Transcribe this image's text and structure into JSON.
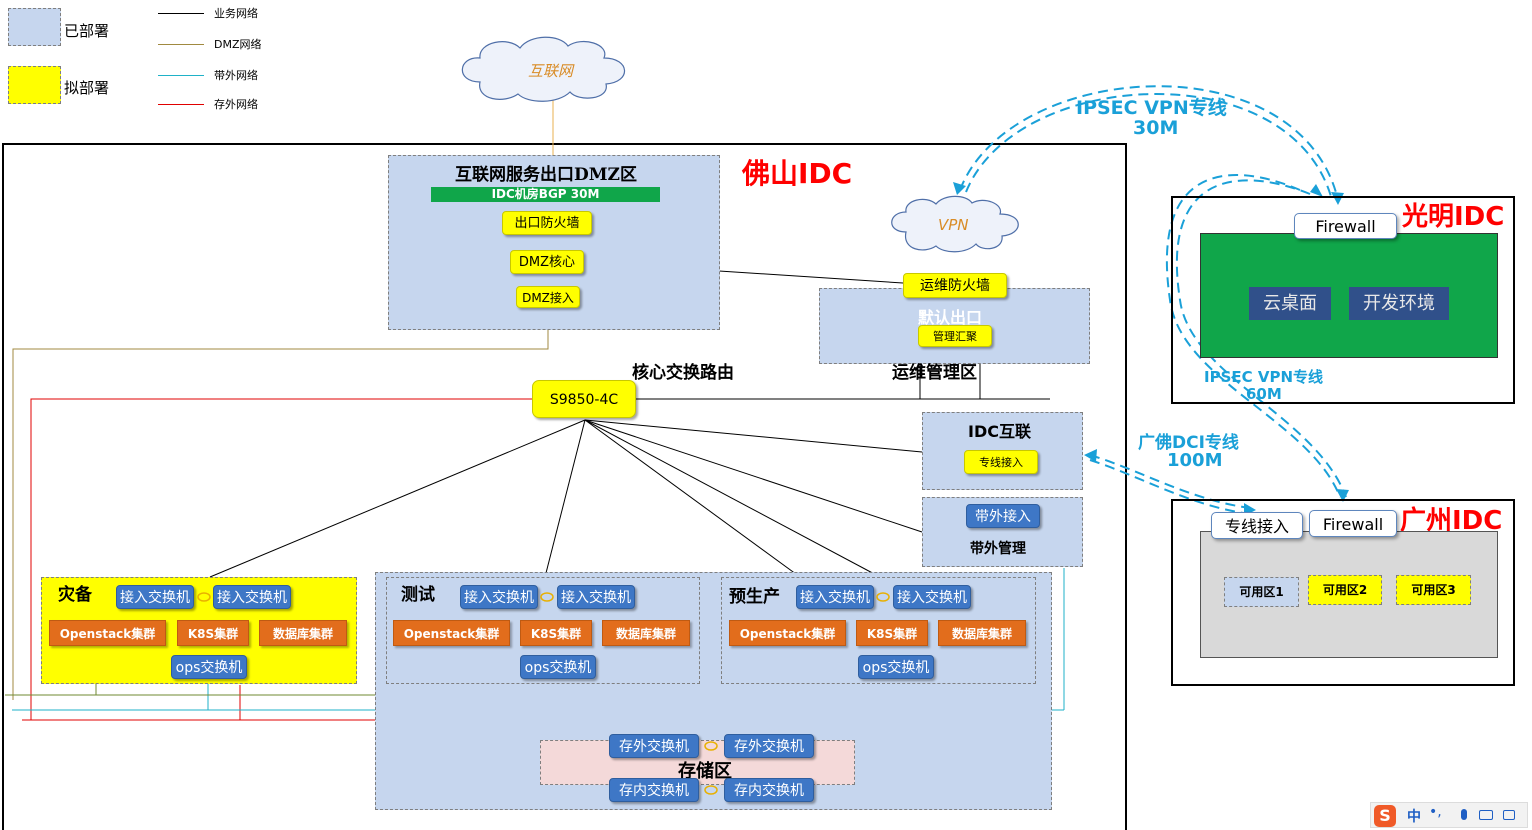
{
  "legend": {
    "deployed": "已部署",
    "planned": "拟部署",
    "lines": [
      {
        "label": "业务网络",
        "color": "#000000"
      },
      {
        "label": "DMZ网络",
        "color": "#a08a40"
      },
      {
        "label": "带外网络",
        "color": "#1fb2c8"
      },
      {
        "label": "存外网络",
        "color": "#e00000"
      }
    ]
  },
  "clouds": {
    "internet": "互联网",
    "vpn": "VPN"
  },
  "foshan": {
    "title": "佛山IDC",
    "dmz": {
      "title": "互联网服务出口DMZ区",
      "bgp": "IDC机房BGP 30M",
      "firewall": "出口防火墙",
      "core": "DMZ核心",
      "access": "DMZ接入"
    },
    "ops_mgmt": {
      "firewall": "运维防火墙",
      "default_exit": "默认出口",
      "mgmt_agg": "管理汇聚",
      "label": "运维管理区"
    },
    "core": {
      "label": "核心交换路由",
      "switch": "S9850-4C"
    },
    "idc_interconnect": {
      "title": "IDC互联",
      "access": "专线接入"
    },
    "oob": {
      "access": "带外接入",
      "label": "带外管理"
    },
    "dr": {
      "title": "灾备",
      "access1": "接入交换机",
      "access2": "接入交换机",
      "openstack": "Openstack集群",
      "k8s": "K8S集群",
      "db": "数据库集群",
      "ops": "ops交换机"
    },
    "test": {
      "title": "测试",
      "access1": "接入交换机",
      "access2": "接入交换机",
      "openstack": "Openstack集群",
      "k8s": "K8S集群",
      "db": "数据库集群",
      "ops": "ops交换机"
    },
    "preprod": {
      "title": "预生产",
      "access1": "接入交换机",
      "access2": "接入交换机",
      "openstack": "Openstack集群",
      "k8s": "K8S集群",
      "db": "数据库集群",
      "ops": "ops交换机"
    },
    "storage": {
      "title": "存储区",
      "ext1": "存外交换机",
      "ext2": "存外交换机",
      "int1": "存内交换机",
      "int2": "存内交换机"
    }
  },
  "guangming": {
    "title": "光明IDC",
    "firewall": "Firewall",
    "cloud_desktop": "云桌面",
    "dev_env": "开发环境"
  },
  "guangzhou": {
    "title": "广州IDC",
    "access": "专线接入",
    "firewall": "Firewall",
    "az1": "可用区1",
    "az2": "可用区2",
    "az3": "可用区3"
  },
  "links": {
    "ipsec30_line1": "IPSEC VPN专线",
    "ipsec30_line2": "30M",
    "ipsec60_line1": "IPSEC VPN专线",
    "ipsec60_line2": "60M",
    "dci_line1": "广佛DCI专线",
    "dci_line2": "100M"
  },
  "taskbar": {
    "ime": "中"
  },
  "colors": {
    "zone_blue": "#c6d6ee",
    "planned_yellow": "#ffff00",
    "switch_blue": "#3e77c6",
    "cluster_orange": "#e26d1c",
    "green_zone": "#10a64a",
    "title_red": "#ff0000",
    "link_cyan": "#1aa0d8"
  }
}
